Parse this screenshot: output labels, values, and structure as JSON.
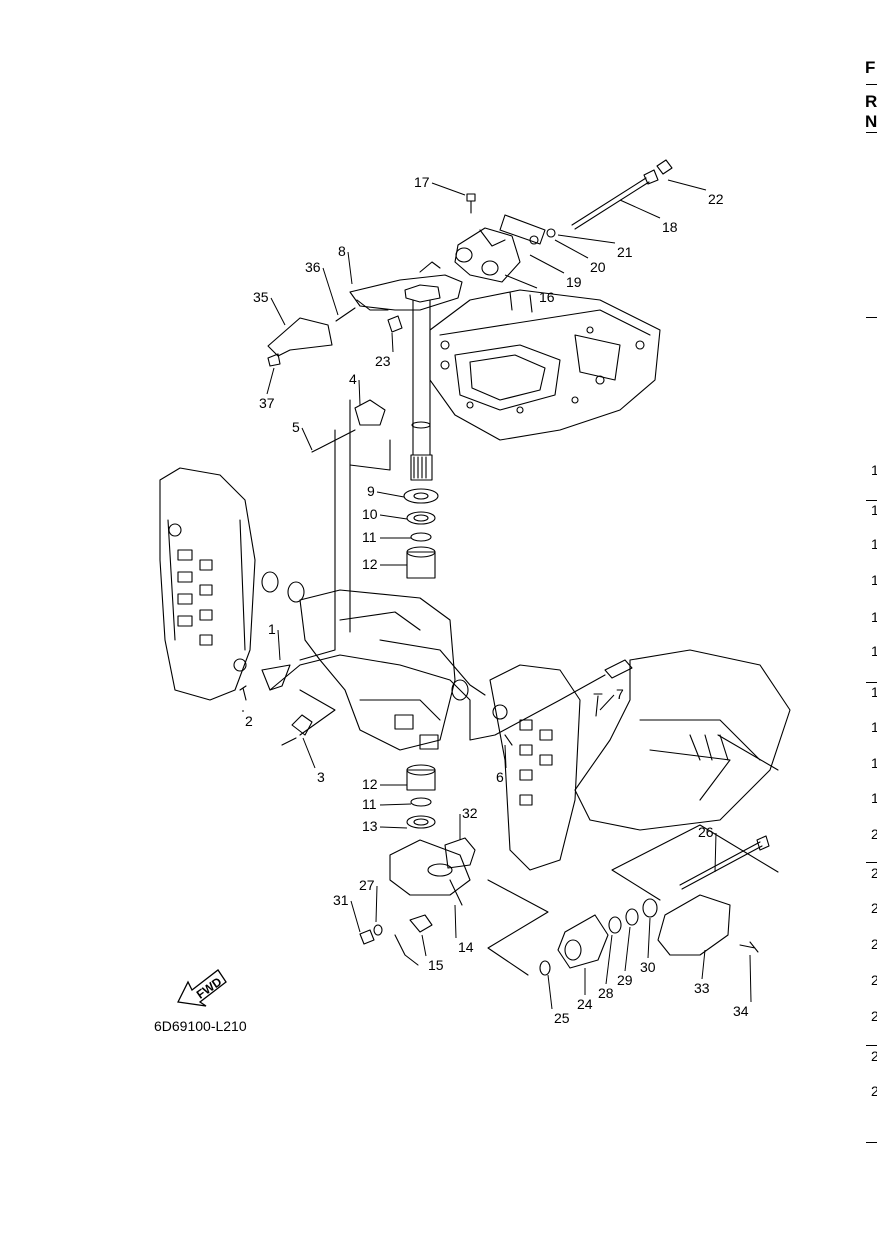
{
  "diagram": {
    "drawing_code": "6D69100-L210",
    "fwd_label": "FWD",
    "callouts": [
      {
        "id": "c1",
        "label": "1"
      },
      {
        "id": "c2",
        "label": "2"
      },
      {
        "id": "c3",
        "label": "3"
      },
      {
        "id": "c4",
        "label": "4"
      },
      {
        "id": "c5",
        "label": "5"
      },
      {
        "id": "c6",
        "label": "6"
      },
      {
        "id": "c7",
        "label": "7"
      },
      {
        "id": "c8",
        "label": "8"
      },
      {
        "id": "c9",
        "label": "9"
      },
      {
        "id": "c10",
        "label": "10"
      },
      {
        "id": "c11a",
        "label": "11"
      },
      {
        "id": "c12a",
        "label": "12"
      },
      {
        "id": "c12b",
        "label": "12"
      },
      {
        "id": "c11b",
        "label": "11"
      },
      {
        "id": "c13",
        "label": "13"
      },
      {
        "id": "c14",
        "label": "14"
      },
      {
        "id": "c15",
        "label": "15"
      },
      {
        "id": "c16",
        "label": "16"
      },
      {
        "id": "c17",
        "label": "17"
      },
      {
        "id": "c18",
        "label": "18"
      },
      {
        "id": "c19",
        "label": "19"
      },
      {
        "id": "c20",
        "label": "20"
      },
      {
        "id": "c21",
        "label": "21"
      },
      {
        "id": "c22",
        "label": "22"
      },
      {
        "id": "c23",
        "label": "23"
      },
      {
        "id": "c24",
        "label": "24"
      },
      {
        "id": "c25",
        "label": "25"
      },
      {
        "id": "c26",
        "label": "26"
      },
      {
        "id": "c27",
        "label": "27"
      },
      {
        "id": "c28",
        "label": "28"
      },
      {
        "id": "c29",
        "label": "29"
      },
      {
        "id": "c30",
        "label": "30"
      },
      {
        "id": "c31",
        "label": "31"
      },
      {
        "id": "c32",
        "label": "32"
      },
      {
        "id": "c33",
        "label": "33"
      },
      {
        "id": "c34",
        "label": "34"
      },
      {
        "id": "c35",
        "label": "35"
      },
      {
        "id": "c36",
        "label": "36"
      },
      {
        "id": "c37",
        "label": "37"
      }
    ]
  },
  "right_edge": {
    "letters": [
      "F",
      "R",
      "N"
    ],
    "numbers": [
      "1",
      "1",
      "1",
      "1",
      "1",
      "1",
      "1",
      "1",
      "1",
      "1",
      "2",
      "2",
      "2",
      "2",
      "2",
      "2",
      "2",
      "2"
    ]
  }
}
